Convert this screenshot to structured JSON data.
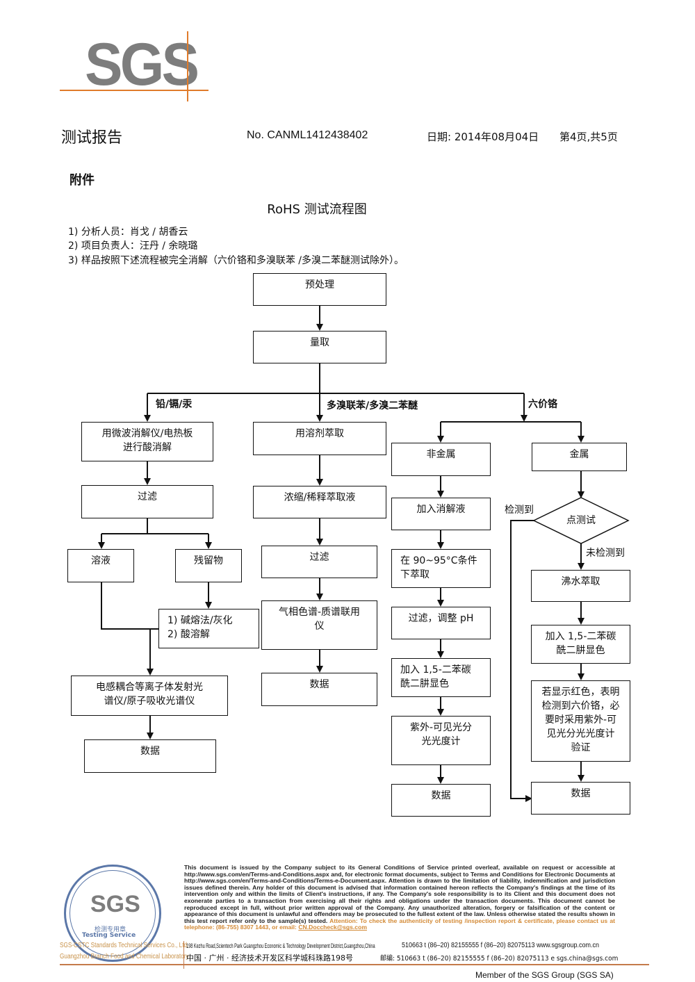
{
  "logo": {
    "text": "SGS",
    "accent_color": "#e07b2a",
    "text_color": "#7d7d7d"
  },
  "header": {
    "title": "测试报告",
    "report_no": "No. CANML1412438402",
    "date": "日期: 2014年08月04日",
    "page": "第4页,共5页"
  },
  "annex_label": "附件",
  "chart_title": "RoHS 测试流程图",
  "notes": [
    "1)  分析人员：肖戈  /  胡香云",
    "2)  项目负责人：汪丹  /  余晓璐",
    "3)  样品按照下述流程被完全消解（六价铬和多溴联苯 /多溴二苯醚测试除外）。"
  ],
  "flowchart": {
    "top": {
      "pretreatment": "预处理",
      "measure": "量取"
    },
    "branch_labels": {
      "heavy_metals": "铅/镉/汞",
      "pbb_pbde": "多溴联苯/多溴二苯醚",
      "cr6": "六价铬",
      "detected": "检测到",
      "not_detected": "未检测到"
    },
    "heavy_metals": {
      "digestion": "用微波消解仪/电热板\n进行酸消解",
      "filter": "过滤",
      "solution": "溶液",
      "residue": "残留物",
      "residue_treatment_1": "1)  碱熔法/灰化",
      "residue_treatment_2": "2)  酸溶解",
      "instrument": "电感耦合等离子体发射光\n谱仪/原子吸收光谱仪",
      "data": "数据"
    },
    "pbb_pbde": {
      "extract": "用溶剂萃取",
      "concentrate": "浓缩/稀释萃取液",
      "filter": "过滤",
      "instrument": "气相色谱-质谱联用\n仪",
      "data": "数据"
    },
    "cr6_nonmetal": {
      "title": "非金属",
      "add_digest": "加入消解液",
      "extract": "在 90~95°C条件\n下萃取",
      "filter_ph": "过滤，调整 pH",
      "color": "加入 1,5-二苯碳\n酰二肼显色",
      "instrument": "紫外-可见光分\n光光度计",
      "data": "数据"
    },
    "cr6_metal": {
      "title": "金属",
      "spot_test": "点测试",
      "boil_extract": "沸水萃取",
      "color": "加入 1,5-二苯碳\n酰二肼显色",
      "verify": "若显示红色，表明\n检测到六价铬，必\n要时采用紫外-可\n见光分光光度计\n验证",
      "data": "数据"
    }
  },
  "footer": {
    "stamp": {
      "logo": "SGS",
      "cn": "检测专用章",
      "en": "Testing Service",
      "color": "#5b77a8"
    },
    "company_lines": [
      "SGS-CSTC Standards Technical Services Co., Ltd.",
      "Guangzhou Branch Food and Chemical Laboratory."
    ],
    "disclaimer": "This document is issued by the Company subject to its General Conditions of Service printed overleaf, available on request or accessible at http://www.sgs.com/en/Terms-and-Conditions.aspx and, for electronic format documents, subject to Terms and Conditions for Electronic Documents at http://www.sgs.com/en/Terms-and-Conditions/Terms-e-Document.aspx. Attention is drawn to the limitation of liability, indemnification and jurisdiction issues defined therein. Any holder of this document is advised that information contained hereon reflects the Company's findings at the time of its intervention only and within the limits of Client's instructions, if any. The Company's sole responsibility is to its Client and this document does not exonerate parties to a transaction from exercising all their rights and obligations under the transaction documents. This document cannot be reproduced except in full, without prior written approval of the Company. Any unauthorized alteration, forgery or falsification of the content or appearance of this document is unlawful and offenders may be prosecuted to the fullest extent of the law. Unless otherwise stated the results shown in this test report refer only to the sample(s) tested.",
    "attention": "Attention: To check the authenticity of testing /inspection report & certificate, please contact us at telephone: (86-755) 8307 1443, or email: ",
    "attention_email": "CN.Doccheck@sgs.com",
    "attention_color": "#d38a36",
    "address_en": "198 Kezhu Road,Scientech Park Guangzhou Economic & Technology Development District,Guangzhou,China",
    "address_en_contact": "510663   t (86–20) 82155555   f (86–20) 82075113   www.sgsgroup.com.cn",
    "address_cn": "中国 · 广州 · 经济技术开发区科学城科珠路198号",
    "address_cn_contact": "邮编: 510663   t (86–20) 82155555   f (86–20) 82075113   e  sgs.china@sgs.com",
    "member": "Member of the SGS Group (SGS SA)"
  }
}
